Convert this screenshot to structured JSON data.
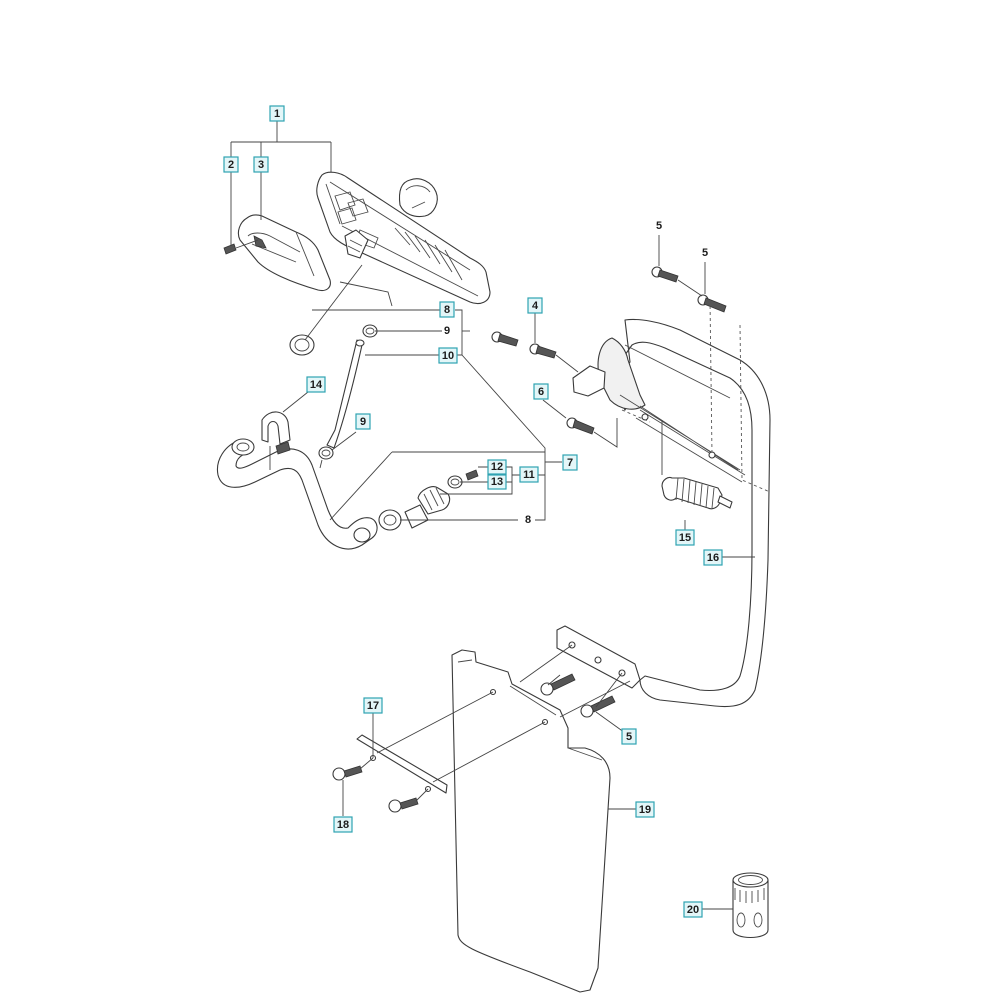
{
  "diagram": {
    "type": "exploded-parts-diagram",
    "callouts": [
      {
        "id": "c1",
        "text": "1",
        "boxed": true
      },
      {
        "id": "c2",
        "text": "2",
        "boxed": true
      },
      {
        "id": "c3",
        "text": "3",
        "boxed": true
      },
      {
        "id": "c4",
        "text": "4",
        "boxed": true
      },
      {
        "id": "c5a",
        "text": "5",
        "boxed": false
      },
      {
        "id": "c5b",
        "text": "5",
        "boxed": false
      },
      {
        "id": "c5c",
        "text": "5",
        "boxed": true
      },
      {
        "id": "c6",
        "text": "6",
        "boxed": true
      },
      {
        "id": "c7",
        "text": "7",
        "boxed": true
      },
      {
        "id": "c8a",
        "text": "8",
        "boxed": true
      },
      {
        "id": "c8b",
        "text": "8",
        "boxed": false
      },
      {
        "id": "c9a",
        "text": "9",
        "boxed": false
      },
      {
        "id": "c9b",
        "text": "9",
        "boxed": true
      },
      {
        "id": "c10",
        "text": "10",
        "boxed": true
      },
      {
        "id": "c11",
        "text": "11",
        "boxed": true
      },
      {
        "id": "c12",
        "text": "12",
        "boxed": true
      },
      {
        "id": "c13",
        "text": "13",
        "boxed": true
      },
      {
        "id": "c14",
        "text": "14",
        "boxed": true
      },
      {
        "id": "c15",
        "text": "15",
        "boxed": true
      },
      {
        "id": "c16",
        "text": "16",
        "boxed": true
      },
      {
        "id": "c17",
        "text": "17",
        "boxed": true
      },
      {
        "id": "c18",
        "text": "18",
        "boxed": true
      },
      {
        "id": "c19",
        "text": "19",
        "boxed": true
      },
      {
        "id": "c20",
        "text": "20",
        "boxed": true
      }
    ],
    "parts": [
      {
        "name": "cover-assembly",
        "callout": "1"
      },
      {
        "name": "screw",
        "callout": "2"
      },
      {
        "name": "side-cover",
        "callout": "3"
      },
      {
        "name": "screw",
        "callout": "4"
      },
      {
        "name": "screw",
        "callout": "5"
      },
      {
        "name": "screw",
        "callout": "6"
      },
      {
        "name": "water-kit",
        "callout": "7"
      },
      {
        "name": "hose-clamp",
        "callout": "8"
      },
      {
        "name": "hose-clamp",
        "callout": "9"
      },
      {
        "name": "hose",
        "callout": "10"
      },
      {
        "name": "water-valve",
        "callout": "11"
      },
      {
        "name": "filter",
        "callout": "12"
      },
      {
        "name": "o-ring",
        "callout": "13"
      },
      {
        "name": "pipe-clip",
        "callout": "14"
      },
      {
        "name": "anti-vibration-spring",
        "callout": "15"
      },
      {
        "name": "handle-bar",
        "callout": "16"
      },
      {
        "name": "plate",
        "callout": "17"
      },
      {
        "name": "screw",
        "callout": "18"
      },
      {
        "name": "mud-flap",
        "callout": "19"
      },
      {
        "name": "coupling-nut",
        "callout": "20"
      }
    ],
    "colors": {
      "label_fill": "#e3f6f8",
      "label_border": "#2fa3b2",
      "line": "#3a3a3a",
      "background": "#ffffff"
    }
  }
}
